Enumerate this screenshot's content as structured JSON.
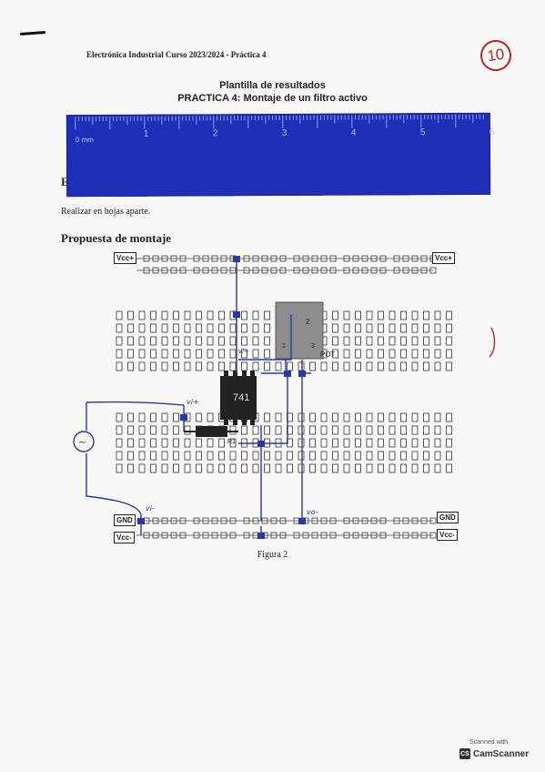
{
  "document": {
    "header": "Electrónica Industrial Curso 2023/2024 - Práctica 4",
    "grade": "10",
    "title": "Plantilla de resultados",
    "subtitle": "PRACTICA 4: Montaje de un filtro activo",
    "covered_heading": "Es",
    "instruction": "Realizar en hojas aparte.",
    "section_heading": "Propuesta de montaje",
    "figure_caption": "Figura 2"
  },
  "ruler": {
    "unit_label": "0 mm",
    "top_numbers": [
      "1",
      "2",
      "3",
      "4",
      "5",
      "6"
    ]
  },
  "circuit": {
    "rail_labels": {
      "vcc_plus_left": "Vcc+",
      "vcc_plus_right": "Vcc+",
      "gnd_left": "GND",
      "gnd_right": "GND",
      "vcc_minus_left": "Vcc-",
      "vcc_minus_right": "Vcc-"
    },
    "chip_label": "741",
    "pot_label": "POT",
    "pot_number": "2",
    "pot_pins": [
      "1",
      "3"
    ],
    "resistor_label": "R1"
  },
  "annotations": {
    "vi_plus": "vi+",
    "vi_minus": "vi-",
    "vo_minus": "vo-",
    "source_symbol": "~"
  },
  "scanner": {
    "small": "Scanned with",
    "brand": "CamScanner",
    "logo": "CS"
  },
  "colors": {
    "ruler": "#1f2fb8",
    "ink": "#2c3da8",
    "grade": "#b3262a"
  }
}
